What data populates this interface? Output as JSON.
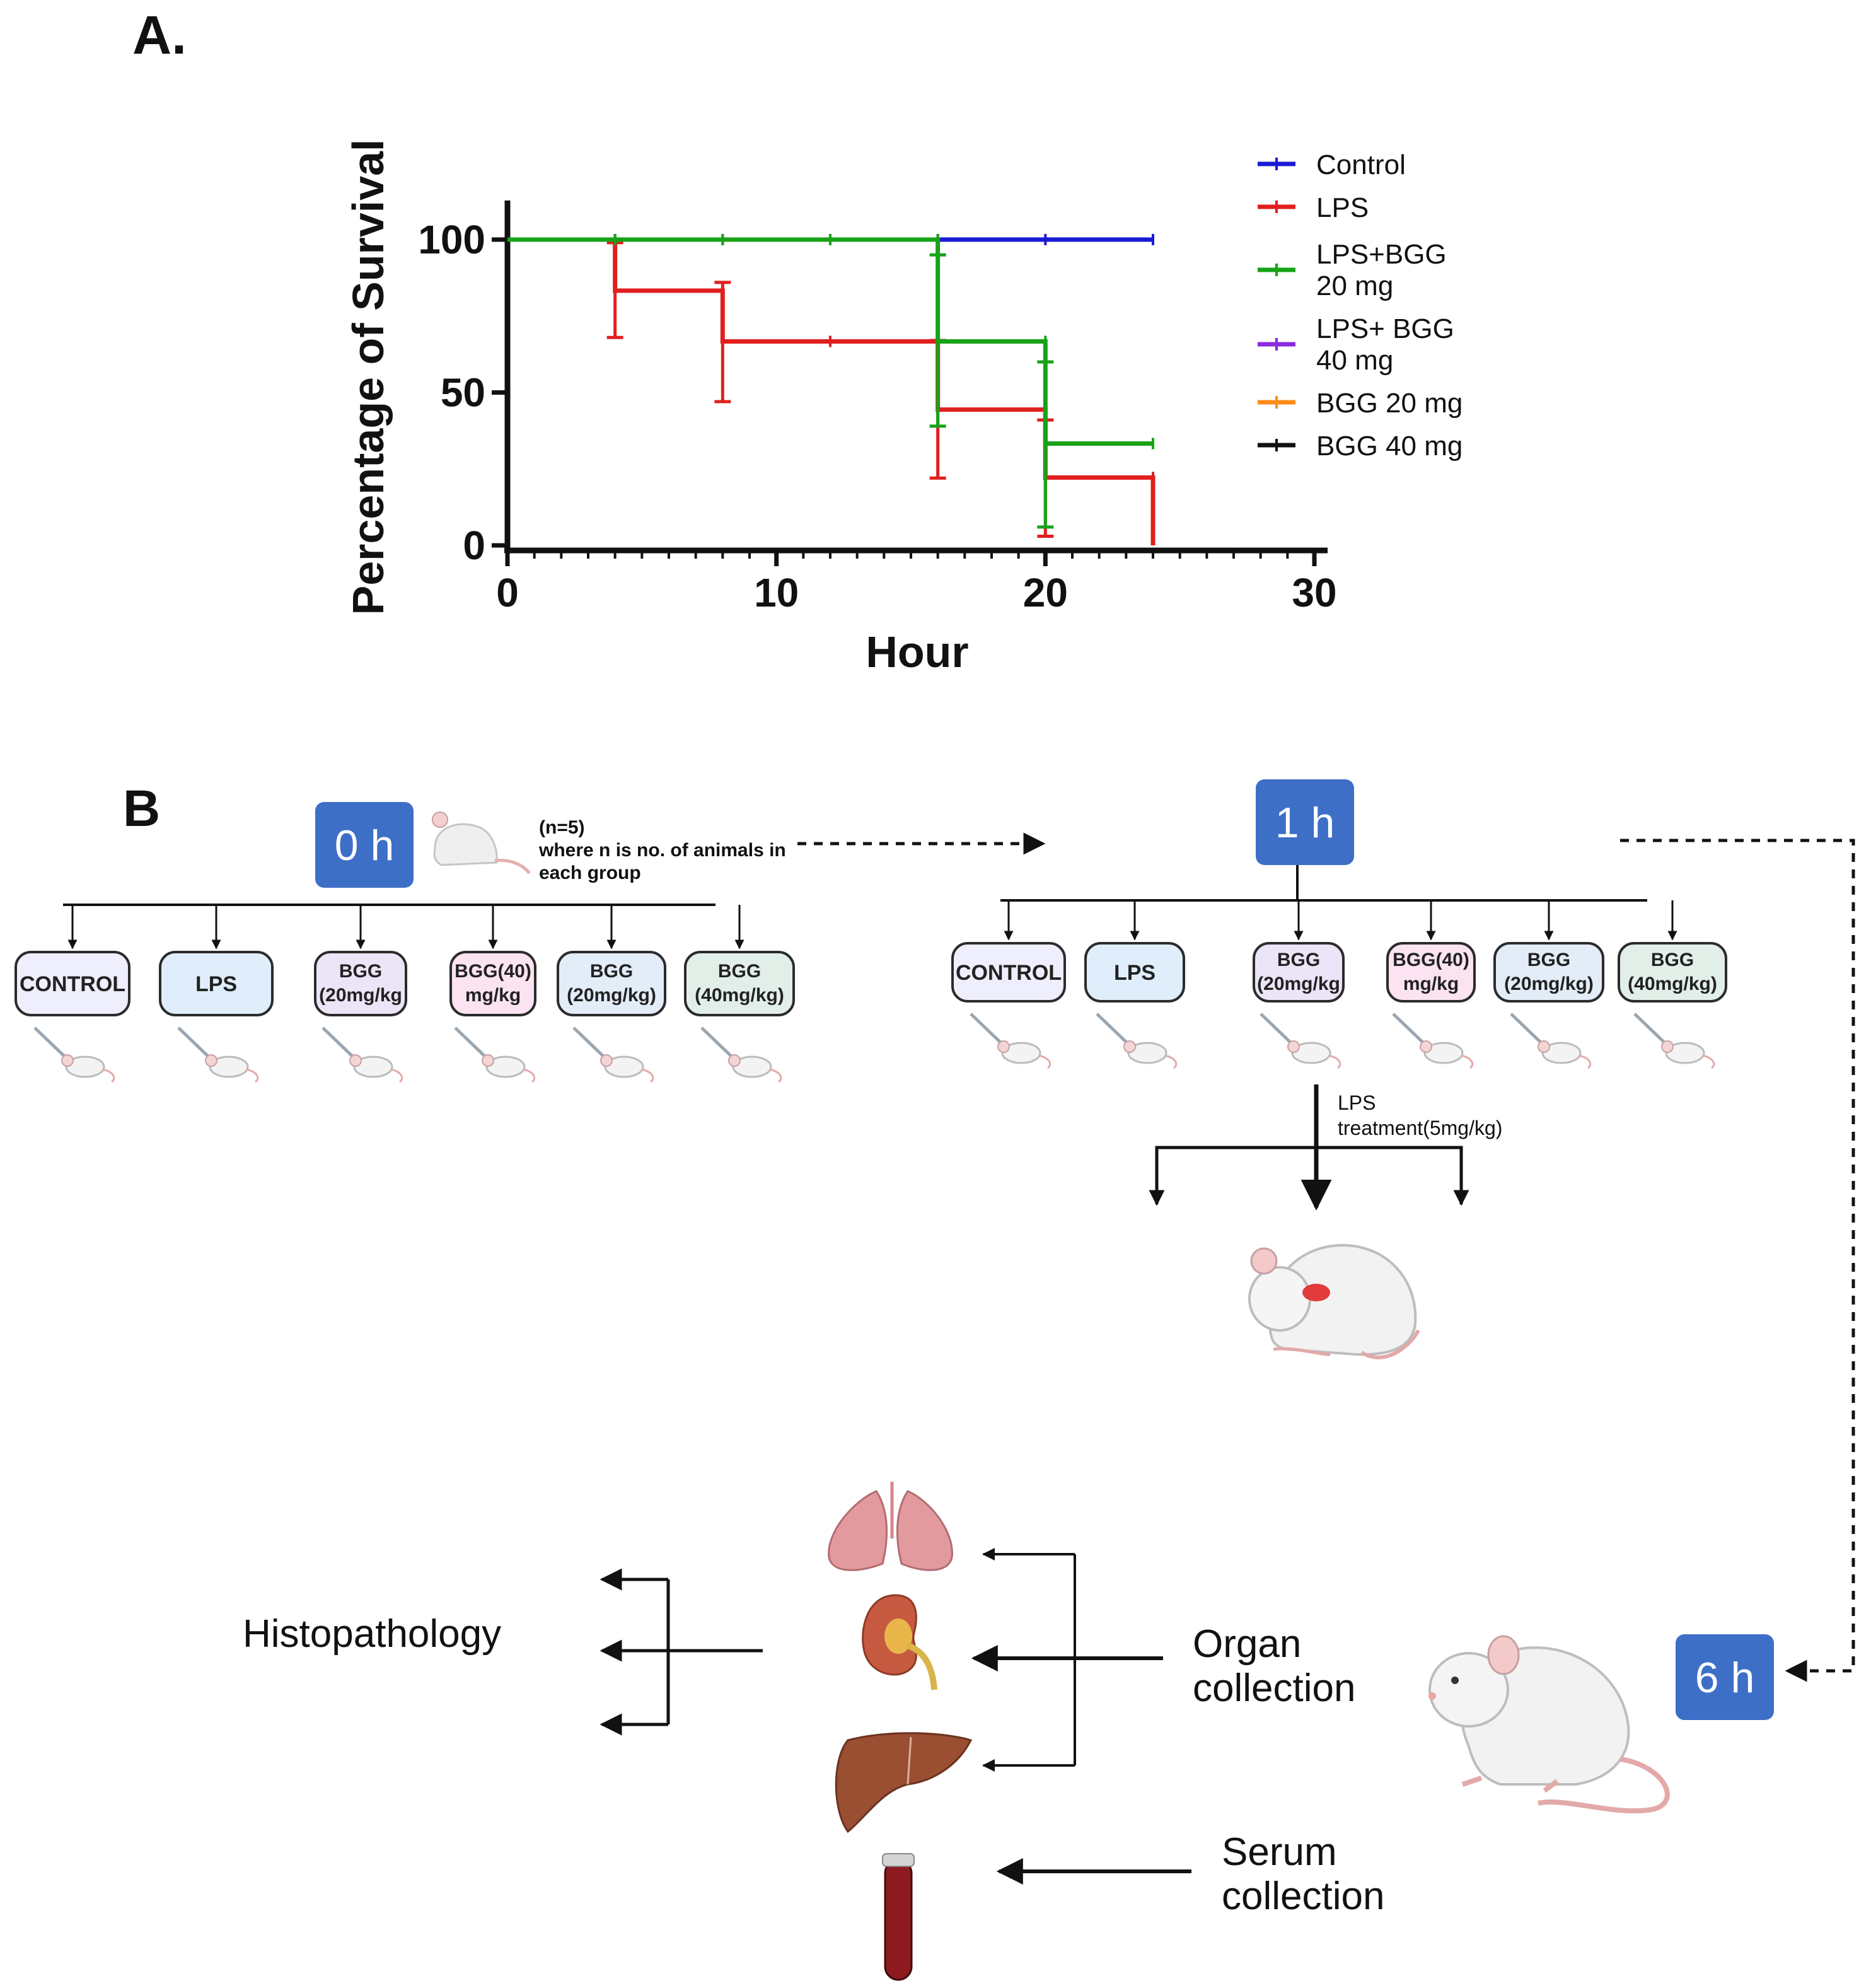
{
  "panel_a": {
    "label": "A.",
    "chart_data": {
      "type": "line",
      "xlabel": "Hour",
      "ylabel": "Percentage of Survival",
      "xlim": [
        0,
        30
      ],
      "ylim": [
        0,
        100
      ],
      "x_ticks": [
        "0",
        "10",
        "20",
        "30"
      ],
      "y_ticks": [
        "0",
        "50",
        "100"
      ],
      "grid": false,
      "legend_position": "right",
      "series": [
        {
          "name": "Control",
          "color": "#1a1ad6",
          "x": [
            0,
            24
          ],
          "y": [
            100,
            100
          ]
        },
        {
          "name": "LPS",
          "color": "#e01f1f",
          "x": [
            0,
            4,
            4,
            8,
            8,
            16,
            16,
            20,
            20,
            24,
            24
          ],
          "y": [
            100,
            100,
            83.3,
            83.3,
            66.7,
            66.7,
            44.4,
            44.4,
            22.2,
            22.2,
            0
          ],
          "error_bars": [
            {
              "x": 4,
              "low": 68,
              "high": 99
            },
            {
              "x": 8,
              "low": 47,
              "high": 86
            },
            {
              "x": 16,
              "low": 22,
              "high": 67
            },
            {
              "x": 20,
              "low": 3,
              "high": 41
            }
          ]
        },
        {
          "name": "LPS+BGG\n20 mg",
          "color": "#17a317",
          "x": [
            0,
            16,
            16,
            20,
            20,
            24
          ],
          "y": [
            100,
            100,
            66.7,
            66.7,
            33.3,
            33.3
          ],
          "error_bars": [
            {
              "x": 16,
              "low": 39,
              "high": 95
            },
            {
              "x": 20,
              "low": 6,
              "high": 60
            }
          ]
        },
        {
          "name": "LPS+ BGG\n40 mg",
          "color": "#8a2be2",
          "x": [],
          "y": []
        },
        {
          "name": "BGG 20 mg",
          "color": "#ff8c1a",
          "x": [],
          "y": []
        },
        {
          "name": "BGG 40 mg",
          "color": "#111111",
          "x": [],
          "y": []
        }
      ]
    }
  },
  "panel_b": {
    "label": "B",
    "time_0h": "0 h",
    "time_1h": "1 h",
    "time_6h": "6 h",
    "note_lines": [
      "(n=5)",
      "where n is no. of animals in",
      "each group"
    ],
    "groups_0h": [
      "CONTROL",
      "LPS",
      "BGG\n(20mg/kg",
      "BGG(40)\nmg/kg",
      "BGG\n(20mg/kg)",
      "BGG\n(40mg/kg)"
    ],
    "groups_1h": [
      "CONTROL",
      "LPS",
      "BGG\n(20mg/kg",
      "BGG(40)\nmg/kg",
      "BGG\n(20mg/kg)",
      "BGG\n(40mg/kg)"
    ],
    "group_colors": [
      "#eeeefc",
      "#dfeefa",
      "#ece4f7",
      "#fbe3f1",
      "#e2edf8",
      "#e1efe8"
    ],
    "lps_treatment_lines": [
      "LPS",
      "treatment(5mg/kg)"
    ],
    "histopathology": "Histopathology",
    "organ_collection_lines": [
      "Organ",
      "collection"
    ],
    "serum_collection_lines": [
      "Serum",
      "collection"
    ],
    "accent_color": "#3d6fc7"
  }
}
